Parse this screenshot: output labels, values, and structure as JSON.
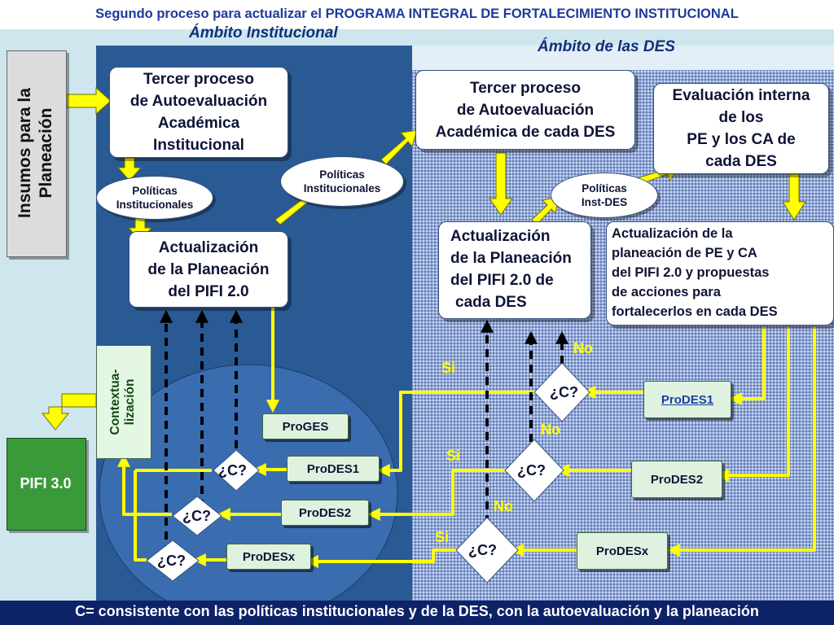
{
  "header": {
    "title": "Segundo proceso para actualizar el PROGRAMA INTEGRAL DE FORTALECIMIENTO INSTITUCIONAL",
    "ambito_institucional": "Ámbito Institucional",
    "ambito_des": "Ámbito de las DES"
  },
  "insumos": {
    "line1": "Insumos para la",
    "line2": "Planeación"
  },
  "institutional": {
    "tercer_proceso": {
      "line1": "Tercer proceso",
      "line2": "de Autoevaluación",
      "line3": "Académica",
      "line4": "Institucional"
    },
    "politicas_left": {
      "line1": "Políticas",
      "line2": "Institucionales"
    },
    "politicas_mid": {
      "line1": "Políticas",
      "line2": "Institucionales"
    },
    "actualizacion": {
      "line1": "Actualización",
      "line2": "de la Planeación",
      "line3": "del PIFI 2.0"
    },
    "proges": "ProGES",
    "prodes1": "ProDES1",
    "prodes2": "ProDES2",
    "prodesx": "ProDESx",
    "decision": "¿C?"
  },
  "des": {
    "tercer_proceso": {
      "line1": "Tercer proceso",
      "line2": "de Autoevaluación",
      "line3": "Académica de cada DES"
    },
    "evaluacion": {
      "line1": "Evaluación interna",
      "line2": "de los",
      "line3": "PE y los CA de",
      "line4": "cada DES"
    },
    "politicas": {
      "line1": "Políticas",
      "line2": "Inst-DES"
    },
    "actualizacion": {
      "line1": "Actualización",
      "line2": "de la Planeación",
      "line3": "del PIFI 2.0 de",
      "line4": "cada DES"
    },
    "actualizacion_pe": {
      "line1": "Actualización de la",
      "line2": "planeación de PE y CA",
      "line3": "del PIFI 2.0 y propuestas",
      "line4": "de acciones para",
      "line5": "fortalecerlos en cada DES"
    },
    "prodes1": "ProDES1",
    "prodes2": "ProDES2",
    "prodesx": "ProDESx",
    "decision": "¿C?",
    "si": "Si",
    "no": "No"
  },
  "contextualizacion": {
    "line1": "Contextua-",
    "line2": "lización"
  },
  "pifi3": "PIFI 3.0",
  "footer": "C= consistente con las políticas institucionales y de la DES, con la autoevaluación y la planeación",
  "colors": {
    "arrow_fill": "#ffff00",
    "arrow_stroke": "#8a8a00",
    "left_panel": "#2a5a94",
    "right_panel": "#8fa6d6",
    "footer": "#0e2268",
    "pifi": "#3a9a3a"
  }
}
